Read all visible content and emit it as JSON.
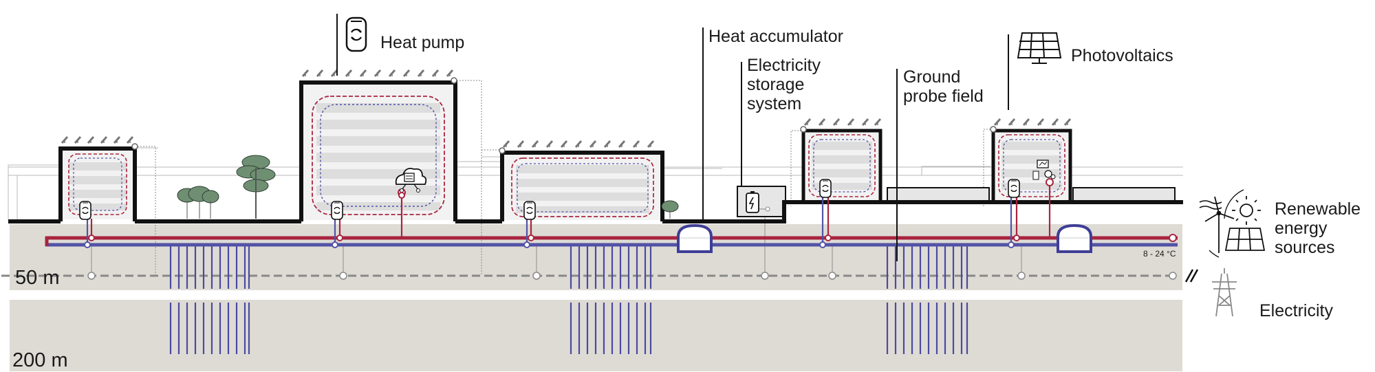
{
  "labels": {
    "heat_pump": "Heat pump",
    "heat_accumulator": "Heat accumulator",
    "electricity_storage": [
      "Electricity",
      "storage",
      "system"
    ],
    "ground_probe_field": [
      "Ground",
      "probe field"
    ],
    "photovoltaics": "Photovoltaics",
    "renewable": [
      "Renewable",
      "energy",
      "sources"
    ],
    "electricity": "Electricity"
  },
  "depths": {
    "shallow": "50 m",
    "deep": "200 m"
  },
  "temperature_range": "8 - 24 °C",
  "colors": {
    "soil": "#dedbd5",
    "warm_pipe": "#a8243f",
    "cold_pipe": "#5252a6",
    "probe": "#4a4aa0",
    "building_outline": "#111111",
    "floor_band": "#e1e1e1",
    "tree": "#6f8f73"
  },
  "icons": [
    "heat-pump-icon",
    "solar-panel-icon",
    "wind-turbine-icon",
    "sun-icon",
    "pylon-icon",
    "battery-icon",
    "cloud-control-icon"
  ]
}
